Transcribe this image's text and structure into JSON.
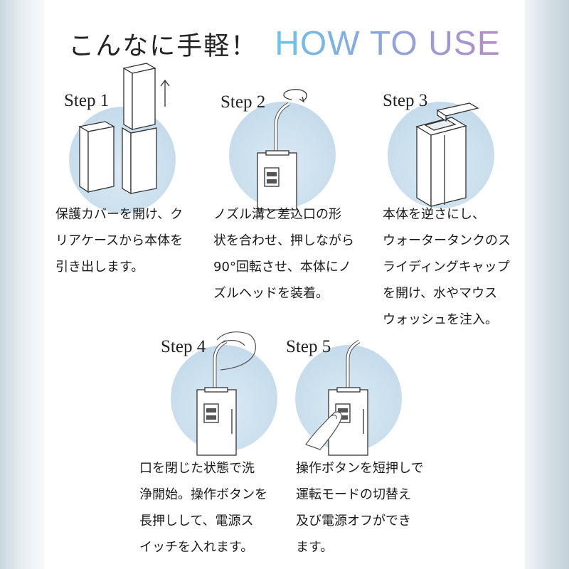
{
  "title": {
    "jp": "こんなに手軽！",
    "en": "HOW TO USE"
  },
  "steps": [
    {
      "label": "Step 1",
      "lines": [
        "保護カバーを開け、ク",
        "リアケースから本体を",
        "引き出します。"
      ]
    },
    {
      "label": "Step 2",
      "lines": [
        "ノズル溝と差込口の形",
        "状を合わせ、押しながら",
        "90°回転させ、本体にノ",
        "ズルヘッドを装着。"
      ]
    },
    {
      "label": "Step 3",
      "lines": [
        "本体を逆さにし、",
        "ウォータータンクのス",
        "ライディングキャップ",
        "を開け、水やマウス",
        "ウォッシュを注入。"
      ]
    },
    {
      "label": "Step 4",
      "lines": [
        "口を閉じた状態で洗",
        "浄開始。操作ボタンを",
        "長押しして、電源ス",
        "イッチを入れます。"
      ]
    },
    {
      "label": "Step 5",
      "lines": [
        "操作ボタンを短押しで",
        "運転モードの切替え",
        "及び電源オフができ",
        "ます。"
      ]
    }
  ],
  "icons": [
    "up-arrow-icon",
    "rotate-arrow-icon",
    "finger-icon"
  ]
}
